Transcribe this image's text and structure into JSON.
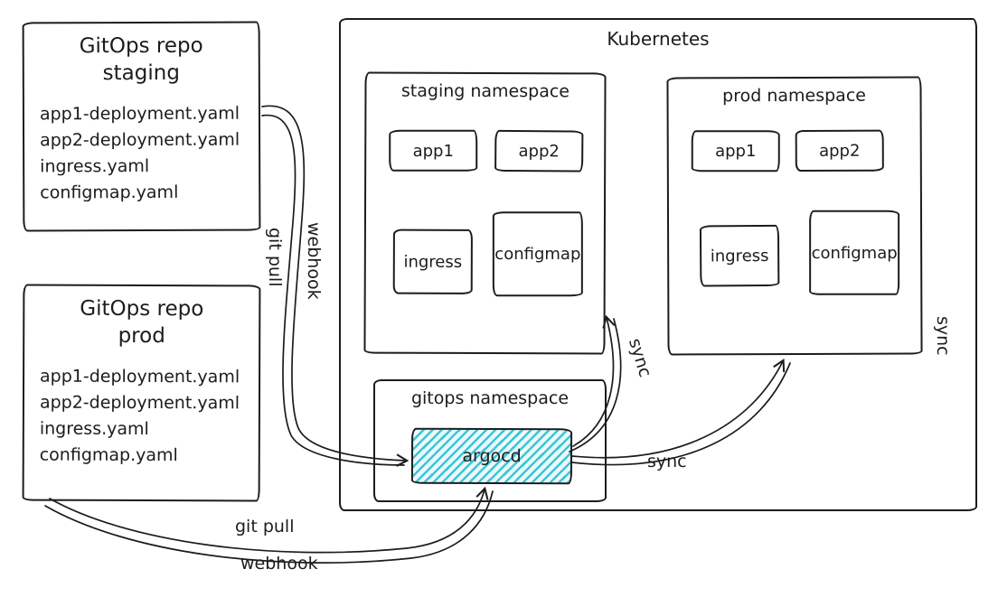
{
  "repo_staging": {
    "title_line1": "GitOps repo",
    "title_line2": "staging",
    "files": [
      "app1-deployment.yaml",
      "app2-deployment.yaml",
      "ingress.yaml",
      "configmap.yaml"
    ]
  },
  "repo_prod": {
    "title_line1": "GitOps repo",
    "title_line2": "prod",
    "files": [
      "app1-deployment.yaml",
      "app2-deployment.yaml",
      "ingress.yaml",
      "configmap.yaml"
    ]
  },
  "kubernetes": {
    "title": "Kubernetes",
    "staging_namespace": {
      "title": "staging namespace",
      "nodes": [
        "app1",
        "app2",
        "ingress",
        "configmap"
      ]
    },
    "prod_namespace": {
      "title": "prod namespace",
      "nodes": [
        "app1",
        "app2",
        "ingress",
        "configmap"
      ]
    },
    "gitops_namespace": {
      "title": "gitops namespace",
      "argocd_label": "argocd"
    }
  },
  "labels": {
    "staging_git_pull": "git pull",
    "staging_webhook": "webhook",
    "prod_git_pull": "git pull",
    "prod_webhook": "webhook",
    "sync_staging": "sync",
    "sync_prod": "sync",
    "sync_right": "sync"
  },
  "colors": {
    "stroke": "#1c1c1c",
    "argocd_fill": "#3dc5d4"
  }
}
